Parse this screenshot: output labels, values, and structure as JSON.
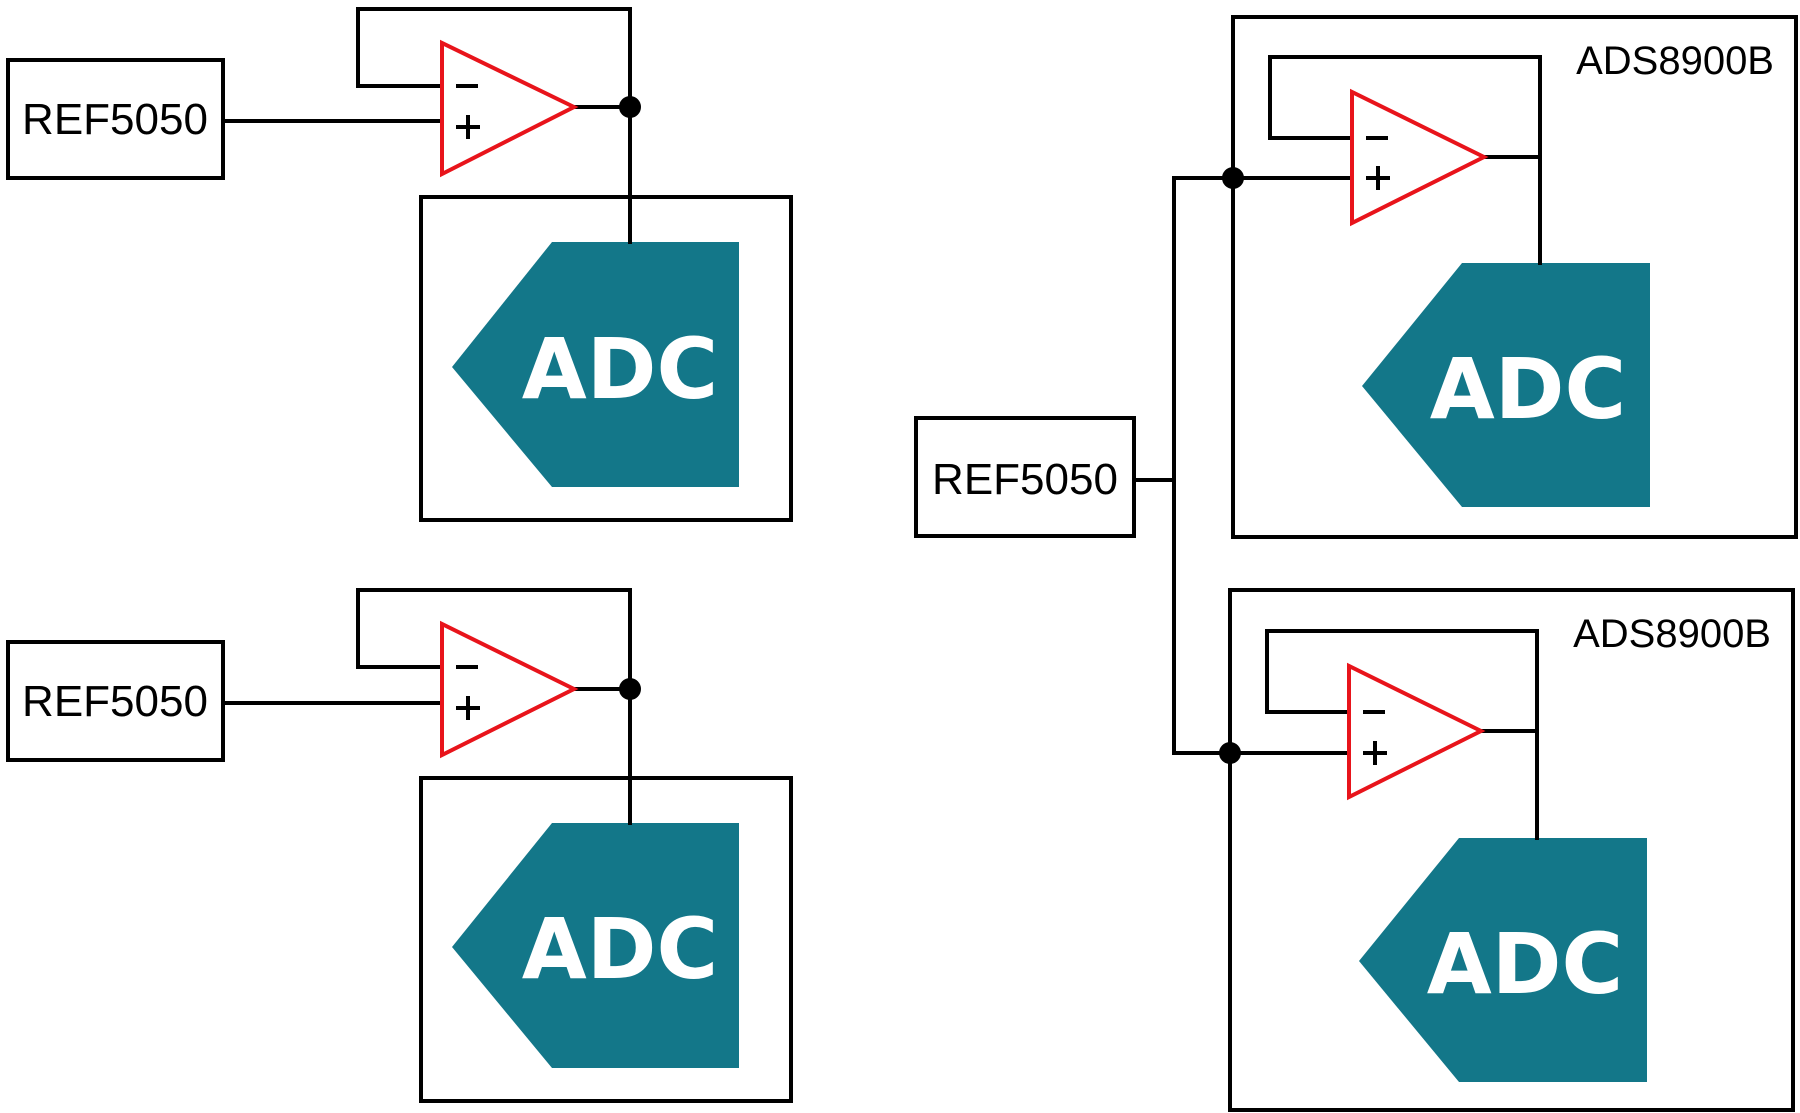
{
  "colors": {
    "adc_fill": "#137789",
    "opamp_stroke": "#e8141b",
    "wire": "#000000",
    "background": "#ffffff"
  },
  "icons": {
    "adc_block": "adc-pentagon-icon",
    "opamp": "opamp-triangle-icon",
    "junction": "junction-dot-icon"
  },
  "left_top": {
    "reference_label": "REF5050",
    "adc_label": "ADC"
  },
  "left_bottom": {
    "reference_label": "REF5050",
    "adc_label": "ADC"
  },
  "right": {
    "reference_label": "REF5050",
    "top_device": {
      "part_label": "ADS8900B",
      "adc_label": "ADC"
    },
    "bottom_device": {
      "part_label": "ADS8900B",
      "adc_label": "ADC"
    }
  }
}
